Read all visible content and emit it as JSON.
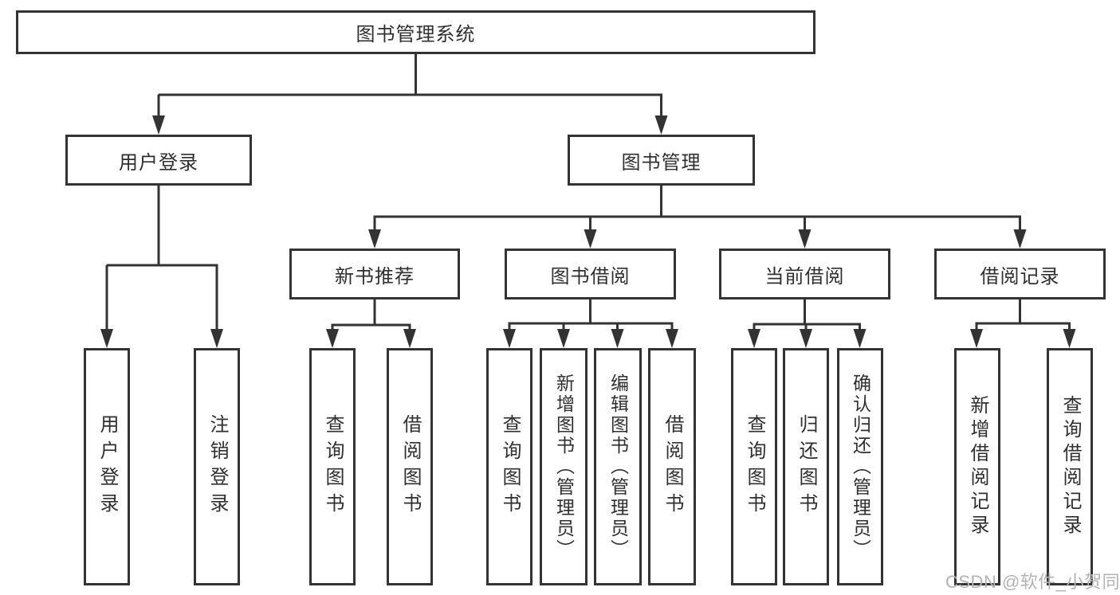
{
  "tree": {
    "root": {
      "label": "图书管理系统"
    },
    "branches": [
      {
        "label": "用户登录"
      },
      {
        "label": "图书管理"
      }
    ],
    "sections": [
      {
        "label": "新书推荐"
      },
      {
        "label": "图书借阅"
      },
      {
        "label": "当前借阅"
      },
      {
        "label": "借阅记录"
      }
    ],
    "leaves": [
      {
        "label": "用户登录"
      },
      {
        "label": "注销登录"
      },
      {
        "label": "查询图书"
      },
      {
        "label": "借阅图书"
      },
      {
        "label": "查询图书"
      },
      {
        "label": "新增图书（管理员）"
      },
      {
        "label": "编辑图书（管理员）"
      },
      {
        "label": "借阅图书"
      },
      {
        "label": "查询图书"
      },
      {
        "label": "归还图书"
      },
      {
        "label": "确认归还（管理员）"
      },
      {
        "label": "新增借阅记录"
      },
      {
        "label": "查询借阅记录"
      }
    ]
  },
  "watermark": "CSDN @软件_小贺同学",
  "colors": {
    "line": "#333333",
    "text": "#2f2f2f",
    "watermark": "#b3b3b3",
    "background": "#ffffff"
  }
}
